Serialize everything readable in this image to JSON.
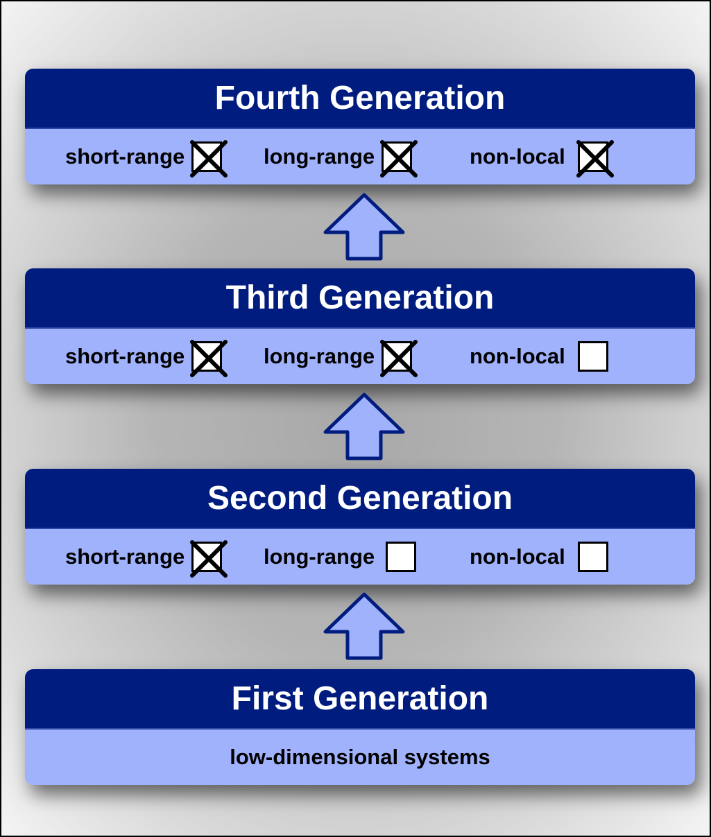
{
  "diagram": {
    "colors": {
      "header_bg": "#001c7e",
      "body_bg": "#a0b2fb",
      "arrow_fill": "#a0b2fb",
      "arrow_stroke": "#001c7e"
    },
    "feature_labels": [
      "short-range",
      "long-range",
      "non-local"
    ],
    "generations": [
      {
        "title": "Fourth Generation",
        "features": [
          {
            "label": "short-range",
            "checked": true
          },
          {
            "label": "long-range",
            "checked": true
          },
          {
            "label": "non-local",
            "checked": true
          }
        ]
      },
      {
        "title": "Third Generation",
        "features": [
          {
            "label": "short-range",
            "checked": true
          },
          {
            "label": "long-range",
            "checked": true
          },
          {
            "label": "non-local",
            "checked": false
          }
        ]
      },
      {
        "title": "Second Generation",
        "features": [
          {
            "label": "short-range",
            "checked": true
          },
          {
            "label": "long-range",
            "checked": false
          },
          {
            "label": "non-local",
            "checked": false
          }
        ]
      },
      {
        "title": "First Generation",
        "description": "low-dimensional systems"
      }
    ],
    "arrows": [
      "up-arrow",
      "up-arrow",
      "up-arrow"
    ]
  }
}
